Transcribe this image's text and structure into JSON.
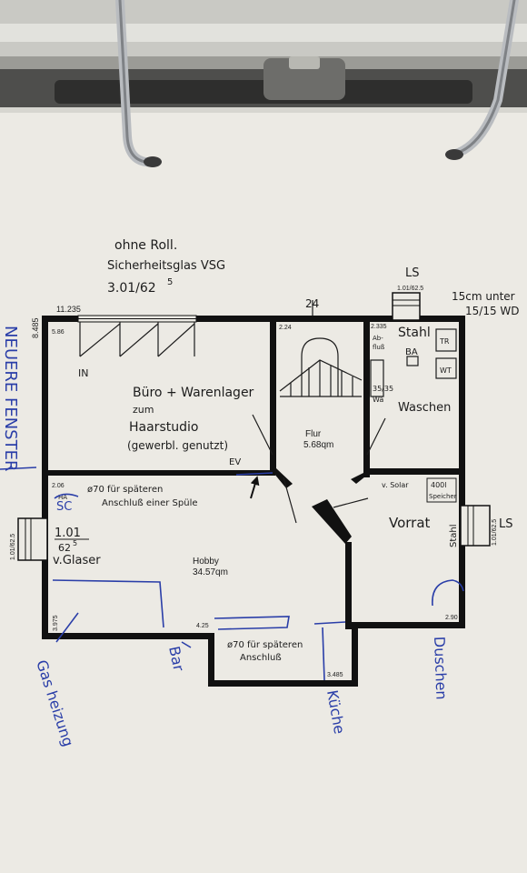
{
  "colors": {
    "paper": "#eceae4",
    "binder_top": "#6d6d6a",
    "ink": "#111111",
    "pencil": "#1c1c1c",
    "blue_pen": "#2a3ea8"
  },
  "notes": {
    "top_line1": "ohne Roll.",
    "top_line2": "Sicherheitsglas VSG",
    "top_line3": "3.01/62",
    "top_line3_sup": "5",
    "top_ls": "LS",
    "top_right_line1": "15cm unter",
    "top_right_line2": "15/15 WD",
    "right_ls": "LS"
  },
  "dimensions": {
    "top_left": "11.235",
    "left_vertical": "8.485",
    "room_tl": "5.86",
    "window_top": "1.01/62.5",
    "flur_h": "2.24",
    "stair_num": "24",
    "bath_tl": "2.335",
    "window_left": "1.01/62.5",
    "window_right": "1.01/62.5",
    "hobby_corner": "2.06",
    "bottom_left_v": "3.975",
    "bottom_mid": "4.25",
    "bottom_right_v": "3.485",
    "vorrat_corner": "2.90"
  },
  "rooms": {
    "office_line1": "Büro + Warenlager",
    "office_line2": "zum",
    "office_line3": "Haarstudio",
    "office_line4": "(gewerbl. genutzt)",
    "flur_name": "Flur",
    "flur_area": "5.68qm",
    "bath_line1": "Stahl",
    "bath_line2": "Ab-",
    "bath_line3": "fluß",
    "bath_ba": "BA",
    "bath_tr": "TR",
    "bath_wt": "WT",
    "bath_size": "35/35",
    "bath_sub": "Wä",
    "washing": "Waschen",
    "hobby_name": "Hobby",
    "hobby_area": "34.57qm",
    "vorrat": "Vorrat",
    "vorrat_stahl": "Stahl",
    "vorrat_solar_line1": "v. Solar",
    "vorrat_solar_line2": "400l",
    "vorrat_solar_line3": "Speicher",
    "ev": "EV",
    "door_in": "IN",
    "spuele_line1": "ø70 für späteren",
    "spuele_line2": "Anschluß einer Spüle",
    "window_glass_line1": "1.01",
    "window_glass_line2": "62",
    "window_glass_line2_sup": "5",
    "window_glass_line3": "v.Glaser",
    "nook_line1": "ø70 für späteren",
    "nook_line2": "Anschluß",
    "ha": "HA"
  },
  "annotations": {
    "left_vertical": "NEUERE FENSTER",
    "gas": "Gas heizung",
    "bar": "Bar",
    "kueche": "Küche",
    "duschen": "Duschen",
    "top_left_mark": "SC"
  }
}
